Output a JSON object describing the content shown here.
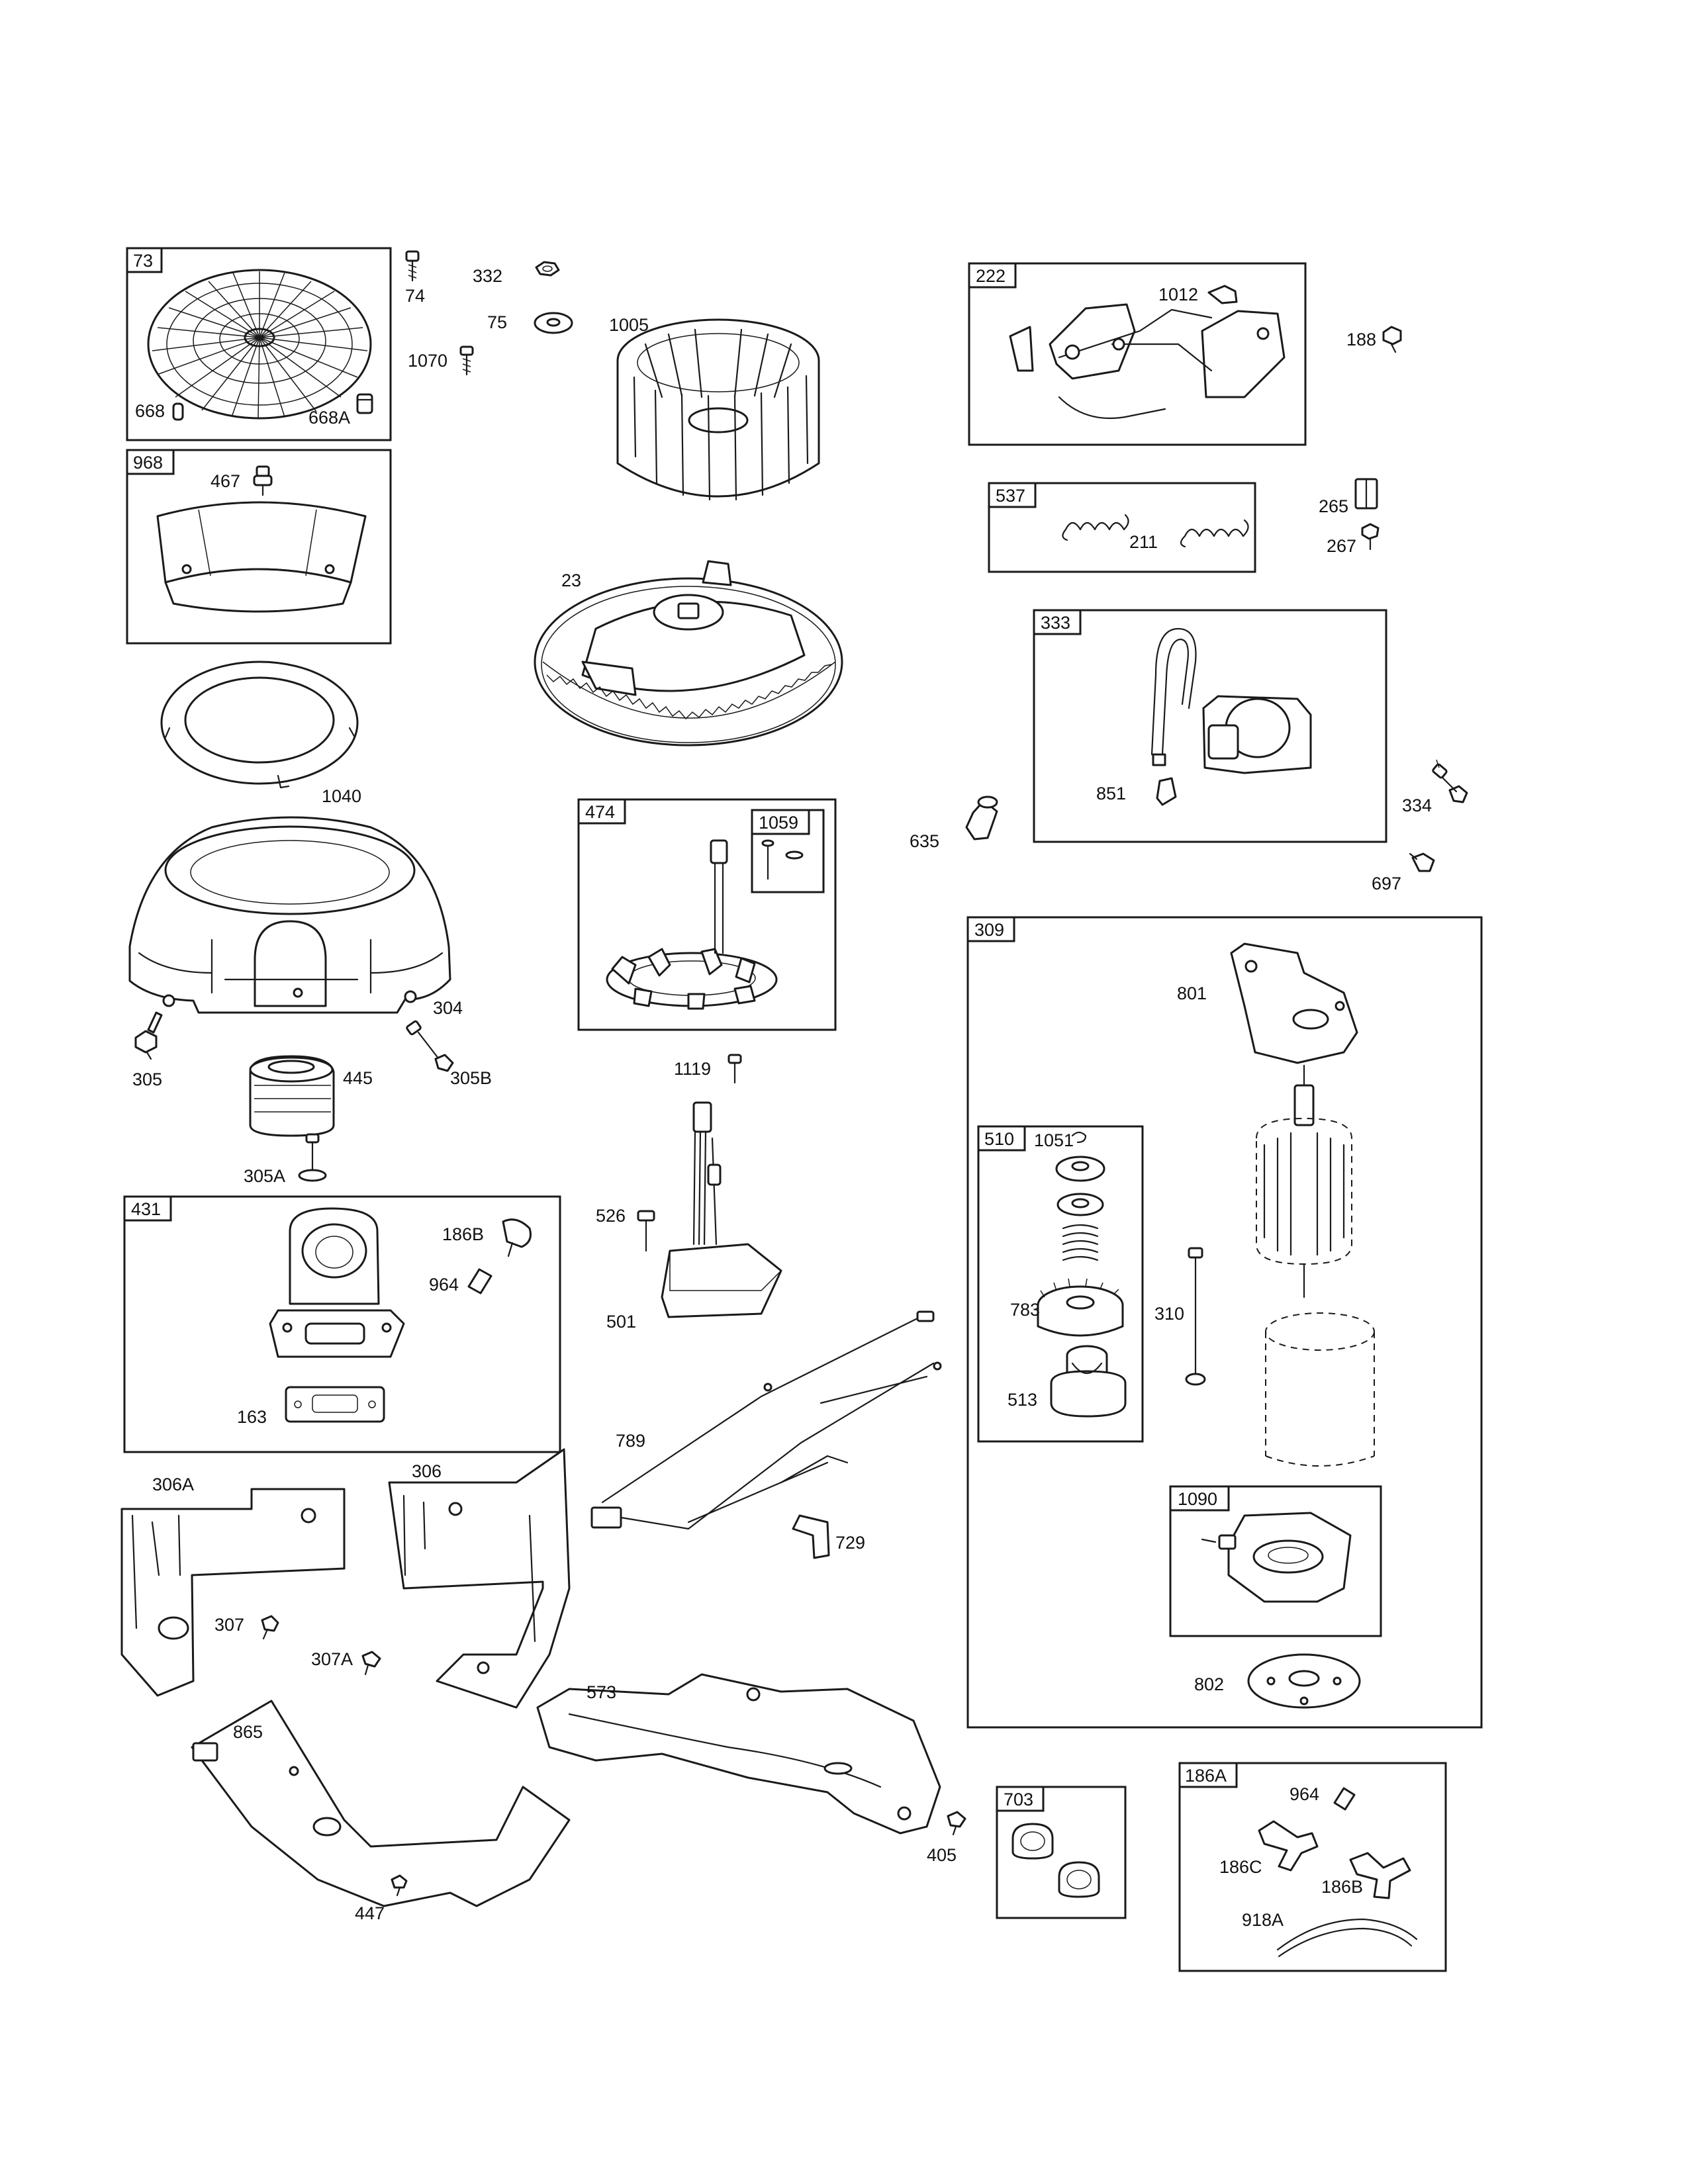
{
  "boxes": {
    "b73": "73",
    "b968": "968",
    "b431": "431",
    "b474": "474",
    "b1059": "1059",
    "b222": "222",
    "b537": "537",
    "b333": "333",
    "b309": "309",
    "b510": "510",
    "b1090": "1090",
    "b703": "703",
    "b186A": "186A"
  },
  "labels": {
    "p74": "74",
    "p332": "332",
    "p75": "75",
    "p1070": "1070",
    "p668": "668",
    "p668A": "668A",
    "p1005": "1005",
    "p467": "467",
    "p23": "23",
    "p1040": "1040",
    "p304": "304",
    "p305": "305",
    "p445": "445",
    "p305B": "305B",
    "p305A": "305A",
    "p186B": "186B",
    "p964": "964",
    "p163": "163",
    "p1119": "1119",
    "p526": "526",
    "p501": "501",
    "p789": "789",
    "p729": "729",
    "p306A": "306A",
    "p306": "306",
    "p307": "307",
    "p307A": "307A",
    "p865": "865",
    "p447": "447",
    "p573": "573",
    "p405": "405",
    "p1012": "1012",
    "p188": "188",
    "p211": "211",
    "p265": "265",
    "p267": "267",
    "p851": "851",
    "p635": "635",
    "p334": "334",
    "p697": "697",
    "p801": "801",
    "p1051": "1051",
    "p783": "783",
    "p513": "513",
    "p310": "310",
    "p802": "802",
    "p964b": "964",
    "p186C": "186C",
    "p186Bb": "186B",
    "p918A": "918A"
  }
}
